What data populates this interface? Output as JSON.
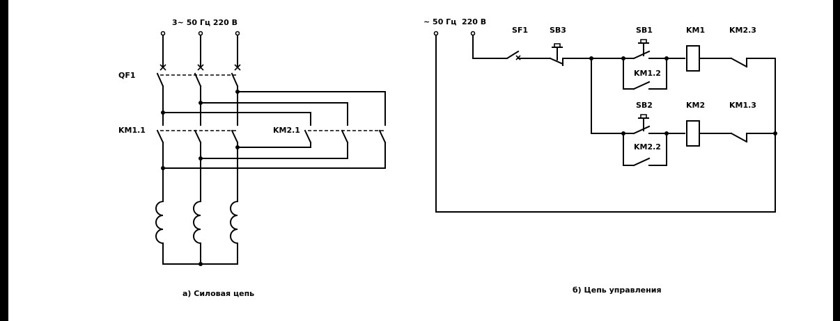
{
  "power_circuit": {
    "supply_label": "3~ 50 Гц  220 В",
    "breaker_label": "QF1",
    "contactor_forward_label": "KM1.1",
    "contactor_reverse_label": "KM2.1",
    "caption": "а) Силовая цепь"
  },
  "control_circuit": {
    "supply_phase_label": "~ 50 Гц",
    "supply_voltage_label": "220 В",
    "breaker_label": "SF1",
    "stop_button_label": "SB3",
    "forward_button_label": "SB1",
    "forward_coil_label": "KM1",
    "forward_interlock_label": "KM2.3",
    "forward_holding_label": "KM1.2",
    "reverse_button_label": "SB2",
    "reverse_coil_label": "KM2",
    "reverse_interlock_label": "KM1.3",
    "reverse_holding_label": "KM2.2",
    "caption": "б) Цепь управления"
  }
}
